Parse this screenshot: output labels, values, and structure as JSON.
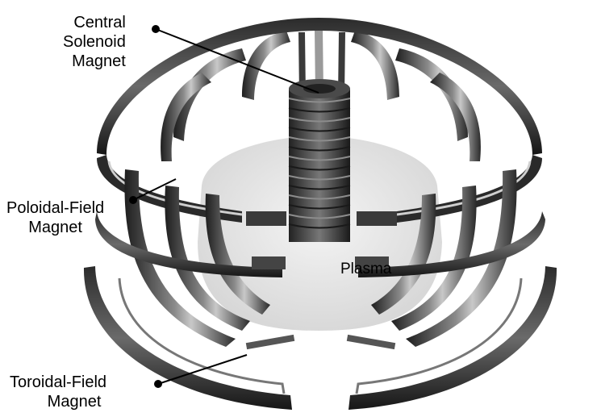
{
  "labels": {
    "central_solenoid": [
      "Central",
      "Solenoid",
      "Magnet"
    ],
    "poloidal_field": [
      "Poloidal-Field",
      "Magnet"
    ],
    "toroidal_field": [
      "Toroidal-Field",
      "Magnet"
    ],
    "plasma": "Plasma"
  },
  "colors": {
    "background": "#ffffff",
    "magnet_dark": "#1e1e1e",
    "magnet_mid": "#5a5a5a",
    "magnet_light": "#b4b4b4",
    "plasma": "#e8e8e8",
    "leader": "#000000"
  }
}
